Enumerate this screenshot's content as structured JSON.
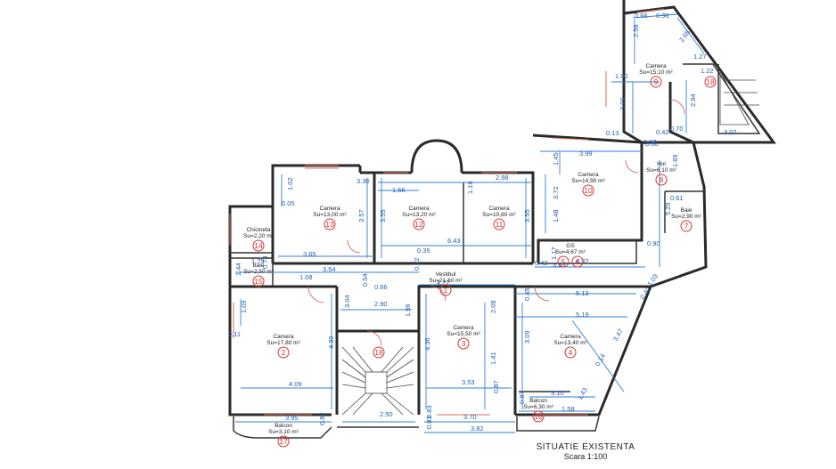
{
  "caption": {
    "title": "SITUATIE EXISTENTA",
    "scale": "Scara 1:100"
  },
  "rooms": [
    {
      "id": "r2",
      "name": "Camera",
      "area": "Su=17,80 m²",
      "num": "2"
    },
    {
      "id": "r3",
      "name": "Camera",
      "area": "Su=15,50 m²",
      "num": "3"
    },
    {
      "id": "r4",
      "name": "Camera",
      "area": "Su=13,40 m²",
      "num": "4"
    },
    {
      "id": "r1",
      "name": "Vestibul",
      "area": "Su=21,60 m²",
      "num": "1"
    },
    {
      "id": "r13",
      "name": "Camera",
      "area": "Su=13,00 m²",
      "num": "13"
    },
    {
      "id": "r12",
      "name": "Camera",
      "area": "Su=13,20 m²",
      "num": "12"
    },
    {
      "id": "r11",
      "name": "Camera",
      "area": "Su=10,60 m²",
      "num": "11"
    },
    {
      "id": "r10",
      "name": "Camera",
      "area": "Su=14,90 m²",
      "num": "10"
    },
    {
      "id": "r9",
      "name": "Camera",
      "area": "Su=15,10 m²",
      "num": "9"
    },
    {
      "id": "r8",
      "name": "Hol",
      "area": "Su=6,10 m²",
      "num": "8"
    },
    {
      "id": "r7",
      "name": "Baie",
      "area": "Su=2,90 m²",
      "num": "7"
    },
    {
      "id": "r14",
      "name": "Chicineta",
      "area": "Su=2,20 m²",
      "num": "14"
    },
    {
      "id": "r15",
      "name": "Baie",
      "area": "Su=2,50 m²",
      "num": "15"
    },
    {
      "id": "r56",
      "name": "GS",
      "area": "Su=4,67 m²",
      "num": "5",
      "num2": "6"
    },
    {
      "id": "r17",
      "name": "Balcon",
      "area": "Su=3,10 m²",
      "num": "17"
    },
    {
      "id": "r16",
      "name": "Balcon",
      "area": "Su=6,30 m²",
      "num": "16"
    },
    {
      "id": "r18a",
      "name": "",
      "area": "",
      "num": "18"
    },
    {
      "id": "r18b",
      "name": "",
      "area": "",
      "num": "18"
    }
  ],
  "dimensions": [
    "0.66",
    "0.98",
    "2.58",
    "2.68",
    "1.27",
    "1.22",
    "1.00",
    "3.00",
    "2.84",
    "0.70",
    "3.07",
    "0.42",
    "1.67",
    "0.13",
    "0.08",
    "1.69",
    "3.99",
    "1.45",
    "3.72",
    "1.48",
    "5.29",
    "0.61",
    "0.90",
    "3.30",
    "1.66",
    "1.16",
    "2.98",
    "1.02",
    "0.05",
    "3.57",
    "3.55",
    "3.55",
    "6.43",
    "0.35",
    "1.17",
    "0.42",
    "3.99",
    "4.32",
    "1.75",
    "0.74",
    "3.65",
    "1.44",
    "3.54",
    "0.22",
    "0.54",
    "1.08",
    "0.66",
    "4.22",
    "5.13",
    "0.40",
    "1.03",
    "0.45",
    "5.19",
    "1.09",
    "2.90",
    "1.96",
    "3.04",
    "2.08",
    "0.11",
    "4.39",
    "4.36",
    "3.09",
    "3.47",
    "1.41",
    "0.14",
    "4.09",
    "3.53",
    "0.87",
    "3.10",
    "0.87",
    "1.43",
    "1.58",
    "3.95",
    "2.50",
    "0.83",
    "3.70",
    "0.82",
    "3.82",
    "0.83"
  ]
}
